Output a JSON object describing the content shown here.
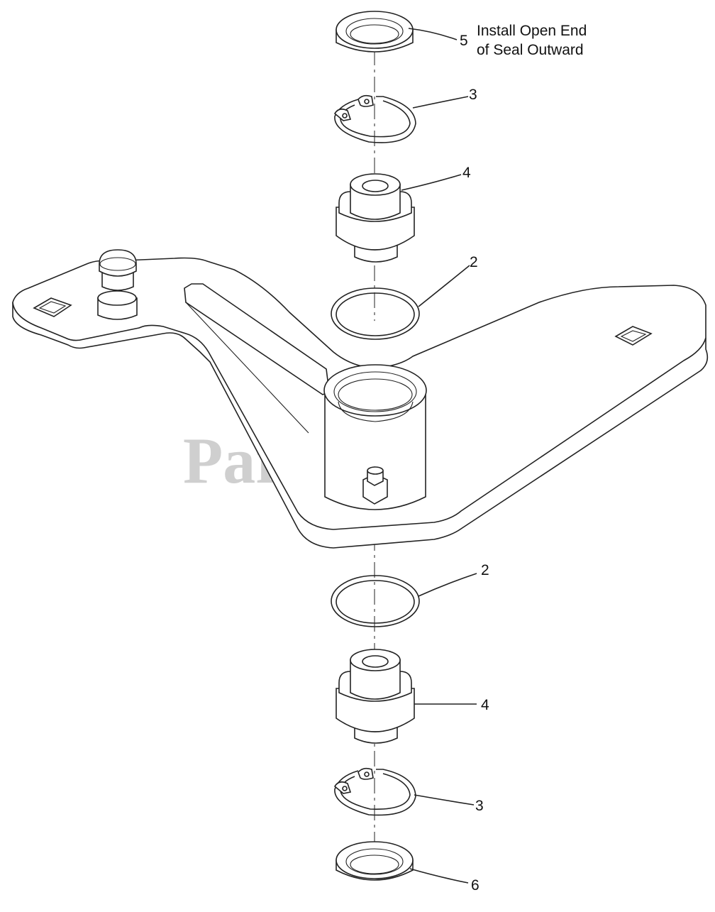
{
  "diagram": {
    "watermark": "PartsTree",
    "watermark_mark": "TM",
    "note": [
      "Install Open End",
      "of Seal Outward"
    ],
    "callouts": [
      {
        "id": "seal-top",
        "label": "5"
      },
      {
        "id": "retaining-ring-top",
        "label": "3"
      },
      {
        "id": "bearing-top",
        "label": "4"
      },
      {
        "id": "o-ring-top",
        "label": "2"
      },
      {
        "id": "o-ring-bottom",
        "label": "2"
      },
      {
        "id": "bearing-bottom",
        "label": "4"
      },
      {
        "id": "retaining-ring-bottom",
        "label": "3"
      },
      {
        "id": "seal-bottom",
        "label": "6"
      }
    ]
  }
}
